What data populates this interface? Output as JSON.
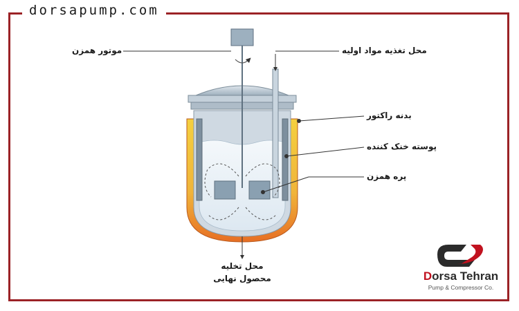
{
  "header": {
    "site_url": "dorsapump.com"
  },
  "labels": {
    "motor": "موتور همزن",
    "feed": "محل تغذیه مواد اولیه",
    "reactor_body": "بدنه راکتور",
    "cooling_jacket": "پوسته خنک کننده",
    "impeller": "پره همزن",
    "outlet_line1": "محل تخلیه",
    "outlet_line2": "محصول نهایی"
  },
  "brand": {
    "name_first_letter": "D",
    "name_rest": "orsa Tehran",
    "subtitle": "Pump & Compressor Co.",
    "logo_icon": "dorsa-logo-icon"
  },
  "colors": {
    "frame": "#9b2226",
    "jacket_gradient_top": "#f4d03f",
    "jacket_gradient_bottom": "#e76f24",
    "vessel": "#b8c7d3",
    "liquid": "#e8f1f8"
  }
}
